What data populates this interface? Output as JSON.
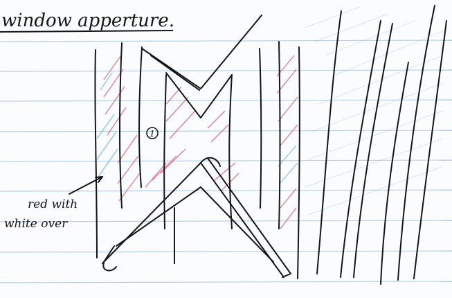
{
  "annotations": {
    "title": "window apperture.",
    "label_circle": "1",
    "note_line1": "red with",
    "note_line2": "white over"
  },
  "colors": {
    "paper": "#fbfcfd",
    "rule_line": "#a9c9e6",
    "ink": "#151515",
    "red_hatch": "#d05a78",
    "blue_hatch": "#5ea8e0"
  }
}
